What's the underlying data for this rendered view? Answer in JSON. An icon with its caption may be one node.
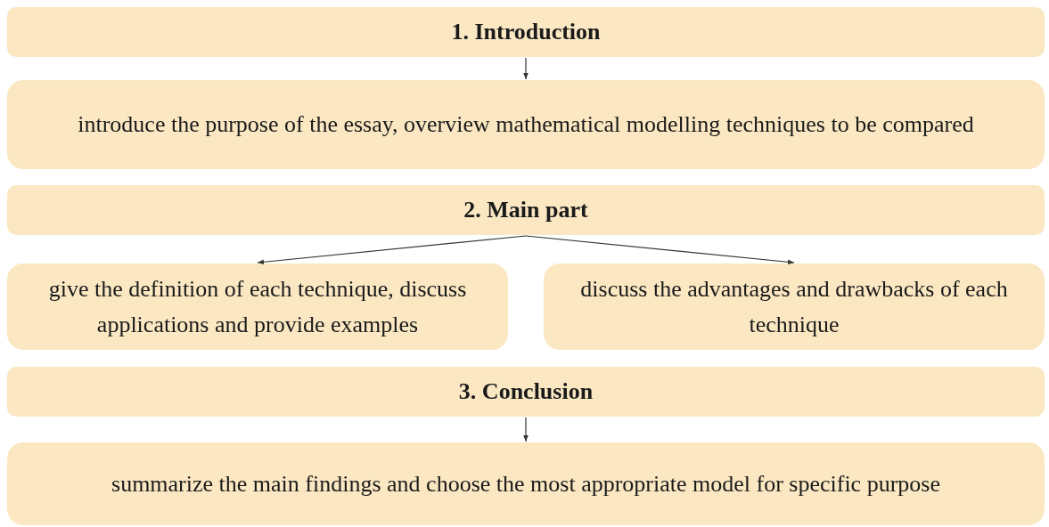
{
  "diagram": {
    "nodes": [
      {
        "text": [
          "1. Introduction"
        ]
      },
      {
        "text": [
          "introduce the purpose of the essay, overview mathematical modelling techniques to be compared"
        ]
      },
      {
        "text": [
          "2. Main part"
        ]
      },
      {
        "text": [
          "give the definition of each technique, discuss applications and provide examples"
        ]
      },
      {
        "text": [
          "discuss the advantages and drawbacks of each technique"
        ]
      },
      {
        "text": [
          "3. Conclusion"
        ]
      },
      {
        "text": [
          "summarize the main findings and choose the most appropriate model for specific purpose"
        ]
      }
    ],
    "edges": [
      {
        "from": 0,
        "to": 1,
        "arrow": "to"
      },
      {
        "from": 2,
        "to": 3,
        "arrow": "to"
      },
      {
        "from": 2,
        "to": 4,
        "arrow": "to"
      },
      {
        "from": 5,
        "to": 6,
        "arrow": "to"
      }
    ]
  }
}
